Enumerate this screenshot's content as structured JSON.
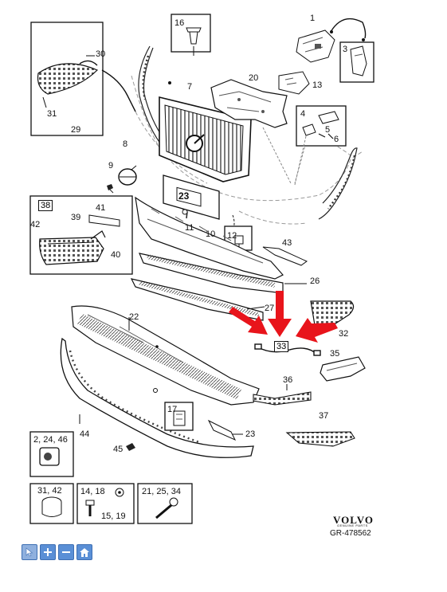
{
  "brand": {
    "name": "VOLVO",
    "tagline": "GENUINE PARTS",
    "reference": "GR-478562"
  },
  "part_labels": {
    "p1": "1",
    "p3": "3",
    "p4": "4",
    "p5": "5",
    "p6": "6",
    "p7": "7",
    "p8": "8",
    "p9": "9",
    "p10": "10",
    "p11": "11",
    "p12": "12",
    "p13": "13",
    "p16": "16",
    "p17": "17",
    "p20": "20",
    "p22": "22",
    "p23": "23",
    "p26": "26",
    "p27": "27",
    "p29": "29",
    "p30": "30",
    "p31": "31",
    "p32": "32",
    "p33": "33",
    "p35": "35",
    "p36": "36",
    "p37": "37",
    "p38": "38",
    "p39": "39",
    "p40": "40",
    "p41": "41",
    "p42": "42",
    "p43": "43",
    "p44": "44",
    "p45": "45",
    "kit_2_24_46": "2, 24, 46",
    "kit_31_42": "31, 42",
    "kit_14_18": "14, 18",
    "kit_15_19": "15, 19",
    "kit_21_25_34": "21, 25, 34"
  },
  "toolbar": {
    "select_icon": "cursor-icon",
    "zoom_in_icon": "plus-icon",
    "zoom_out_icon": "minus-icon",
    "home_icon": "home-icon"
  },
  "colors": {
    "highlight_arrows": "#e8141b",
    "toolbar": "#5a8fd6"
  }
}
